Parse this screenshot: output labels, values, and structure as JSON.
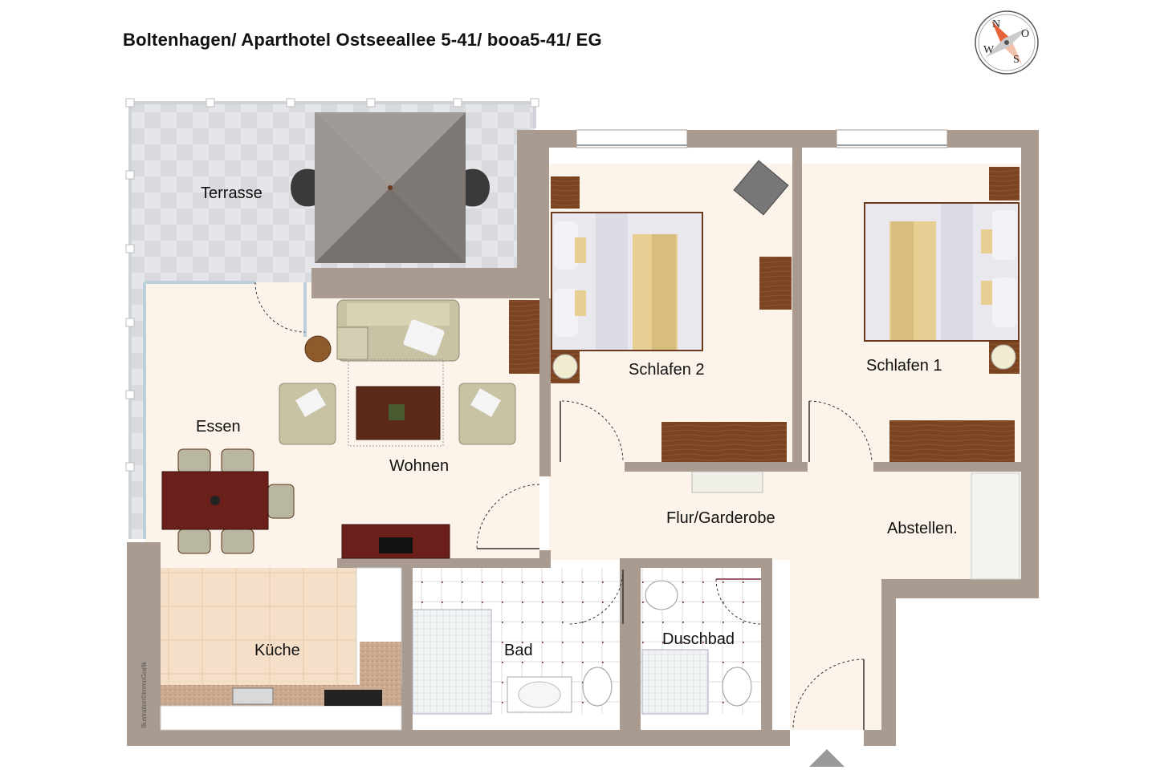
{
  "header": {
    "title": "Boltenhagen/ Aparthotel Ostseeallee 5-41/ booa5-41/ EG"
  },
  "rooms": {
    "terrasse": "Terrasse",
    "essen": "Essen",
    "wohnen": "Wohnen",
    "schlafen2": "Schlafen 2",
    "schlafen1": "Schlafen 1",
    "flur": "Flur/Garderobe",
    "abstellen": "Abstellen.",
    "kueche": "Küche",
    "bad": "Bad",
    "duschbad": "Duschbad"
  },
  "compass": {
    "north": "N",
    "east": "O",
    "south": "S",
    "west": "W"
  },
  "watermark": "Illustration©immoGrafik",
  "colors": {
    "wall": "#a89a8f",
    "floor": "#fbf2e8",
    "terrace_tile": "#e3e5e8",
    "wood": "#6b3a1f",
    "umbrella": "#8a8480",
    "compass_accent": "#e8623a"
  }
}
